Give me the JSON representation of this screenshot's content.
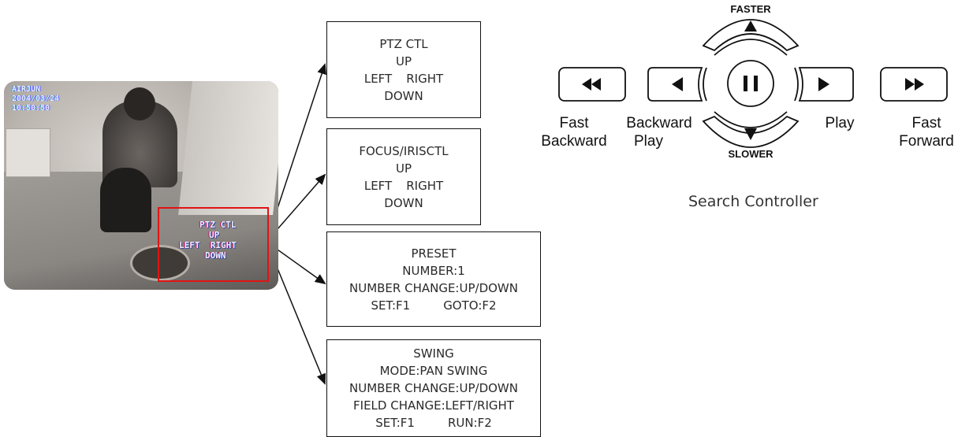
{
  "camera": {
    "overlay_text": "AIRJUN\n2004/03/24\n10:50:50",
    "osd_lines": [
      "PTZ CTL",
      "UP",
      "LEFT  RIGHT",
      "DOWN"
    ]
  },
  "menus": {
    "ptz": {
      "title": "PTZ CTL",
      "up": "UP",
      "left": "LEFT",
      "right": "RIGHT",
      "down": "DOWN"
    },
    "focus": {
      "title": "FOCUS/IRISCTL",
      "up": "UP",
      "left": "LEFT",
      "right": "RIGHT",
      "down": "DOWN"
    },
    "preset": {
      "title": "PRESET",
      "number": "NUMBER:1",
      "number_change": "NUMBER CHANGE:UP/DOWN",
      "set": "SET:F1",
      "goto": "GOTO:F2"
    },
    "swing": {
      "title": "SWING",
      "mode": "MODE:PAN SWING",
      "number_change": "NUMBER CHANGE:UP/DOWN",
      "field_change": "FIELD CHANGE:LEFT/RIGHT",
      "set": "SET:F1",
      "run": "RUN:F2"
    }
  },
  "controller": {
    "faster": "FASTER",
    "slower": "SLOWER",
    "fast_backward": [
      "Fast",
      "Backward"
    ],
    "backward_play": [
      "Backward",
      "Play"
    ],
    "play": "Play",
    "fast_forward": [
      "Fast",
      "Forward"
    ],
    "caption": "Search Controller"
  },
  "colors": {
    "highlight_box": "#e01414",
    "line": "#111111"
  },
  "icons": {
    "fast_backward": "double-left-triangle-icon",
    "backward_play": "left-triangle-icon",
    "pause": "pause-icon",
    "play": "right-triangle-icon",
    "fast_forward": "double-right-triangle-icon",
    "faster": "up-triangle-icon",
    "slower": "down-triangle-icon"
  }
}
